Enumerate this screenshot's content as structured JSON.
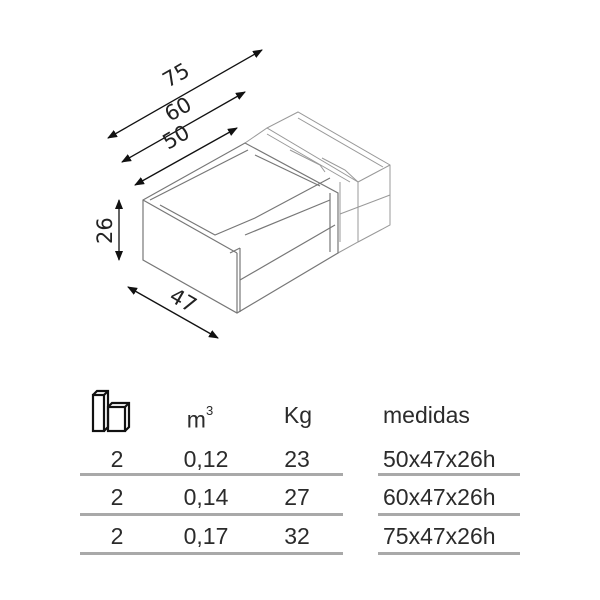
{
  "dimensions": {
    "length_75": "75",
    "length_60": "60",
    "length_50": "50",
    "height": "26",
    "depth": "47"
  },
  "table": {
    "header": {
      "package_icon": "packages-icon",
      "volume": "m",
      "volume_exp": "3",
      "weight": "Kg",
      "size": "medidas"
    },
    "rows": [
      {
        "packages": "2",
        "volume": "0,12",
        "weight": "23",
        "size": "50x47x26h"
      },
      {
        "packages": "2",
        "volume": "0,14",
        "weight": "27",
        "size": "60x47x26h"
      },
      {
        "packages": "2",
        "volume": "0,17",
        "weight": "32",
        "size": "75x47x26h"
      }
    ]
  }
}
